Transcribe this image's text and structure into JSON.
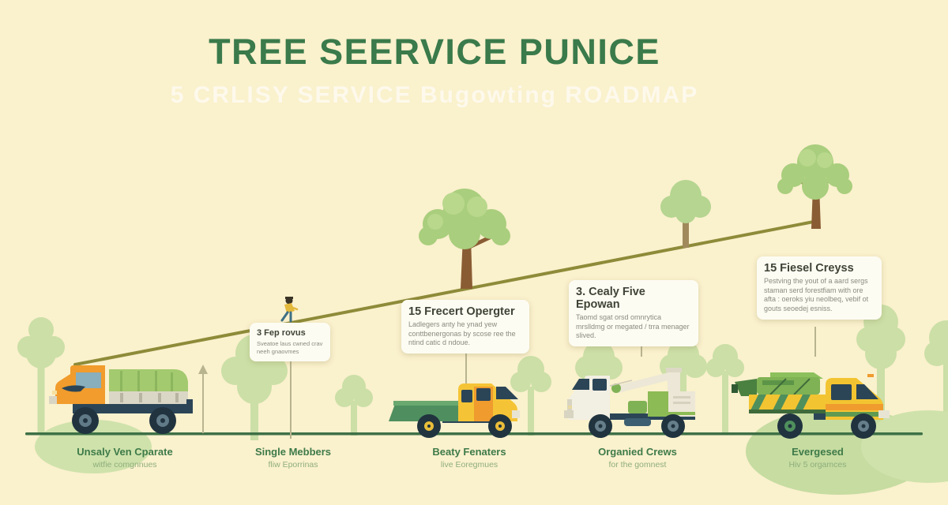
{
  "header": {
    "title": "TREE SEERVICE PUNICE",
    "subtitle": "5 CRLISY SERVICE Bugowting ROADMAP"
  },
  "callouts": [
    {
      "heading": "3 Fep rovus",
      "body": "Sveatoe laus cwned crav neeh gnaovmes"
    },
    {
      "heading": "15 Frecert Opergter",
      "body": "Ladlegers anty he ynad yew conttbenergonas by scose ree the ntind catic d ndoue."
    },
    {
      "heading": "3. Cealy Five Epowan",
      "body": "Taomd sgat orsd omnrytica mrslldmg or megated / trra menager slived."
    },
    {
      "heading": "15 Fiesel Creyss",
      "body": "Pestving the yout of a aard sergs staman serd forestfiam with ore afta : oeroks yiu neolbeq, vebif ot gouts seoedej esniss."
    }
  ],
  "stages": [
    {
      "title": "Unsaly Ven Cparate",
      "subtitle": "witfie comgnnues"
    },
    {
      "title": "Single Mebbers",
      "subtitle": "fliw Eporrinas"
    },
    {
      "title": "Beaty Fenaters",
      "subtitle": "live Eoregmues"
    },
    {
      "title": "Organied Crews",
      "subtitle": "for the gomnest"
    },
    {
      "title": "Evergesed",
      "subtitle": "Hiv 5 orgamces"
    }
  ],
  "colors": {
    "background": "#faf1cd",
    "title_green": "#3a7a4b",
    "subtitle_cream": "#fdf9ec",
    "road_olive": "#8e8b39",
    "foliage_green": "#a9ce7d",
    "silhouette_green": "#cbdfa6",
    "trunk_brown": "#8a5c33",
    "truck_orange": "#f19c2c",
    "truck_yellow": "#f5c436",
    "truck_teal": "#2b4557",
    "ground_green": "#3e7046"
  }
}
